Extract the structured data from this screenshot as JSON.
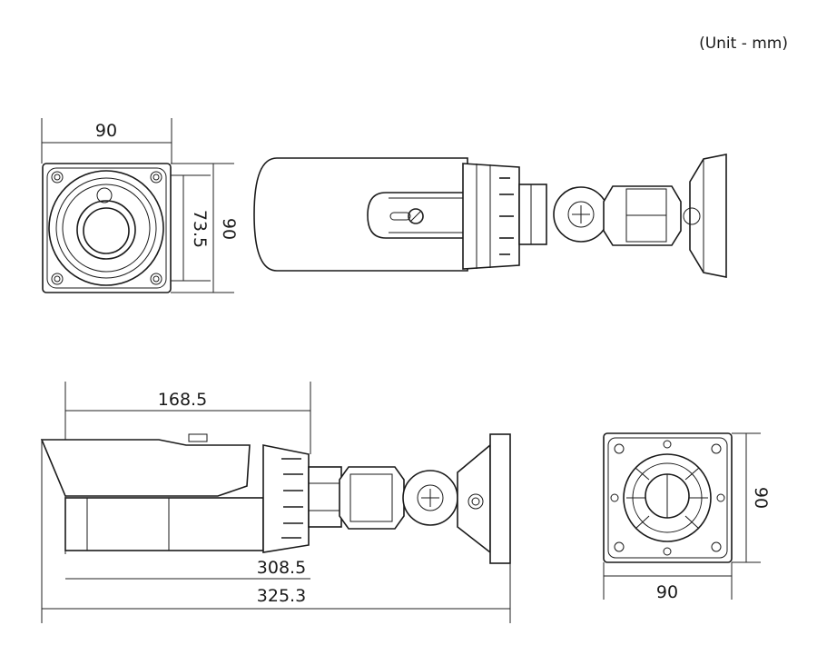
{
  "unit_note": "(Unit - mm)",
  "front_view": {
    "width": "90",
    "inner_height": "73.5",
    "height": "90"
  },
  "side_view": {
    "length_to_collar": "168.5",
    "length_body": "308.5",
    "length_total": "325.3"
  },
  "rear_view": {
    "width": "90",
    "height": "90"
  }
}
